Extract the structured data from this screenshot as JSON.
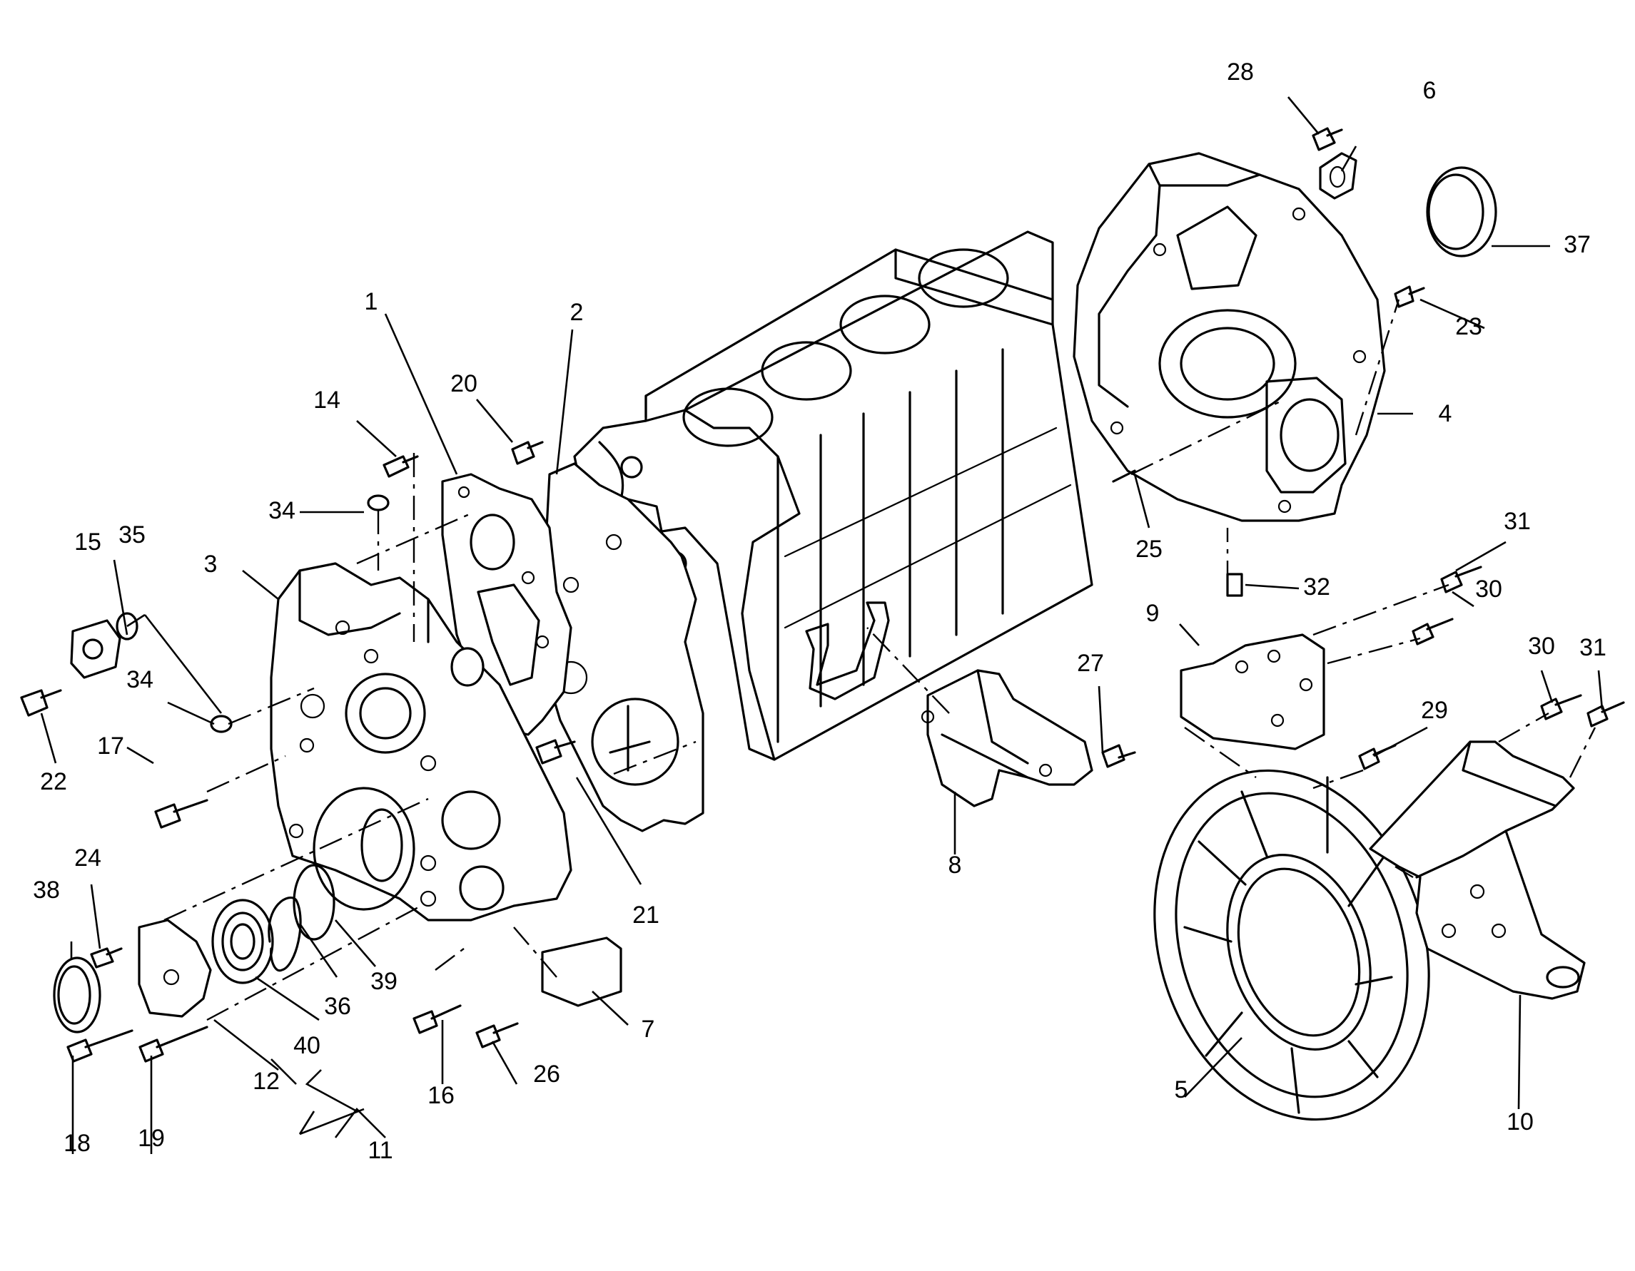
{
  "callouts": [
    {
      "id": "c1",
      "label": "1"
    },
    {
      "id": "c2",
      "label": "2"
    },
    {
      "id": "c3",
      "label": "3"
    },
    {
      "id": "c4",
      "label": "4"
    },
    {
      "id": "c5",
      "label": "5"
    },
    {
      "id": "c6",
      "label": "6"
    },
    {
      "id": "c7",
      "label": "7"
    },
    {
      "id": "c8",
      "label": "8"
    },
    {
      "id": "c9",
      "label": "9"
    },
    {
      "id": "c10",
      "label": "10"
    },
    {
      "id": "c11",
      "label": "11"
    },
    {
      "id": "c12",
      "label": "12"
    },
    {
      "id": "c14",
      "label": "14"
    },
    {
      "id": "c15",
      "label": "15"
    },
    {
      "id": "c16",
      "label": "16"
    },
    {
      "id": "c17",
      "label": "17"
    },
    {
      "id": "c18",
      "label": "18"
    },
    {
      "id": "c19",
      "label": "19"
    },
    {
      "id": "c20",
      "label": "20"
    },
    {
      "id": "c21",
      "label": "21"
    },
    {
      "id": "c22",
      "label": "22"
    },
    {
      "id": "c23",
      "label": "23"
    },
    {
      "id": "c24",
      "label": "24"
    },
    {
      "id": "c25",
      "label": "25"
    },
    {
      "id": "c26",
      "label": "26"
    },
    {
      "id": "c27",
      "label": "27"
    },
    {
      "id": "c28",
      "label": "28"
    },
    {
      "id": "c29",
      "label": "29"
    },
    {
      "id": "c30a",
      "label": "30"
    },
    {
      "id": "c30b",
      "label": "30"
    },
    {
      "id": "c31a",
      "label": "31"
    },
    {
      "id": "c31b",
      "label": "31"
    },
    {
      "id": "c32",
      "label": "32"
    },
    {
      "id": "c34a",
      "label": "34"
    },
    {
      "id": "c34b",
      "label": "34"
    },
    {
      "id": "c35",
      "label": "35"
    },
    {
      "id": "c36",
      "label": "36"
    },
    {
      "id": "c37",
      "label": "37"
    },
    {
      "id": "c38",
      "label": "38"
    },
    {
      "id": "c39",
      "label": "39"
    },
    {
      "id": "c40",
      "label": "40"
    }
  ]
}
